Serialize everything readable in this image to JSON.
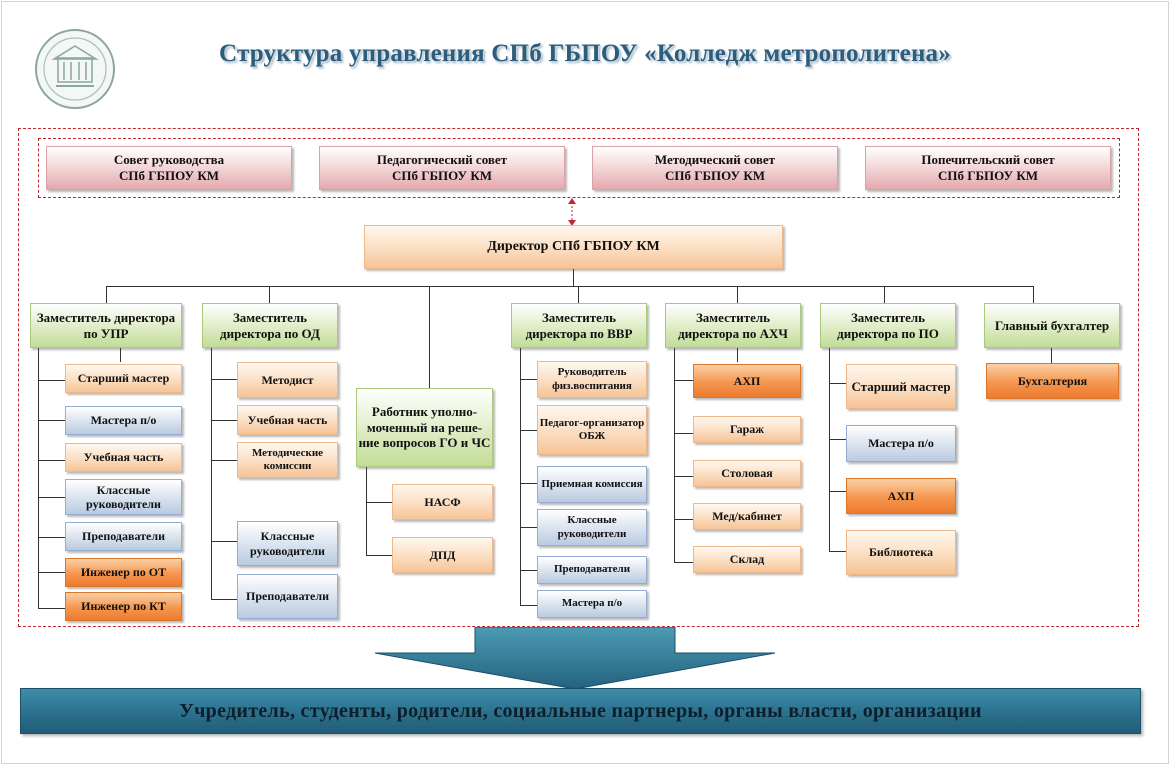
{
  "title": "Структура  управления СПб ГБПОУ «Колледж метрополитена»",
  "councils": [
    {
      "line1": "Совет  руководства",
      "line2": "СПб ГБПОУ КМ"
    },
    {
      "line1": "Педагогический совет",
      "line2": "СПб ГБПОУ КМ"
    },
    {
      "line1": "Методический совет",
      "line2": "СПб ГБПОУ КМ"
    },
    {
      "line1": "Попечительский совет",
      "line2": "СПб ГБПОУ КМ"
    }
  ],
  "director": "Директор СПб ГБПОУ КМ",
  "deputies": {
    "upr": {
      "label": "Заместитель директора по УПР",
      "items": [
        "Старший мастер",
        "Мастера п/о",
        "Учебная часть",
        "Классные руководители",
        "Преподаватели",
        "Инженер по ОТ",
        "Инженер по КТ"
      ]
    },
    "od": {
      "label": "Заместитель директора по ОД",
      "items": [
        "Методист",
        "Учебная часть",
        "Методические комиссии",
        "Классные руководители",
        "Преподаватели"
      ]
    },
    "gochs": {
      "label": "Работник уполно-моченный на реше-ние вопросов ГО и ЧС",
      "items": [
        "НАСФ",
        "ДПД"
      ]
    },
    "vvr": {
      "label": "Заместитель директора по ВВР",
      "items": [
        "Руководитель физ.воспитания",
        "Педагог-организатор ОБЖ",
        "Приемная комиссия",
        "Классные руководители",
        "Преподаватели",
        "Мастера п/о"
      ]
    },
    "ahch": {
      "label": "Заместитель директора по АХЧ",
      "items": [
        "АХП",
        "Гараж",
        "Столовая",
        "Мед/кабинет",
        "Склад"
      ]
    },
    "po": {
      "label": "Заместитель директора по ПО",
      "items": [
        "Старший мастер",
        "Мастера п/о",
        "АХП",
        "Библиотека"
      ]
    },
    "buh": {
      "label": "Главный бухгалтер",
      "items": [
        "Бухгалтерия"
      ]
    }
  },
  "bottom": "Учредитель,  студенты,  родители,  социальные  партнеры,  органы власти,  организации",
  "colors": {
    "pink": "#e4a9ad",
    "peach": "#f6c497",
    "orange": "#ec7a2e",
    "green": "#c2dc98",
    "blue": "#b9cbe1",
    "banner": "#2c7390",
    "dash": "#c0282f"
  }
}
